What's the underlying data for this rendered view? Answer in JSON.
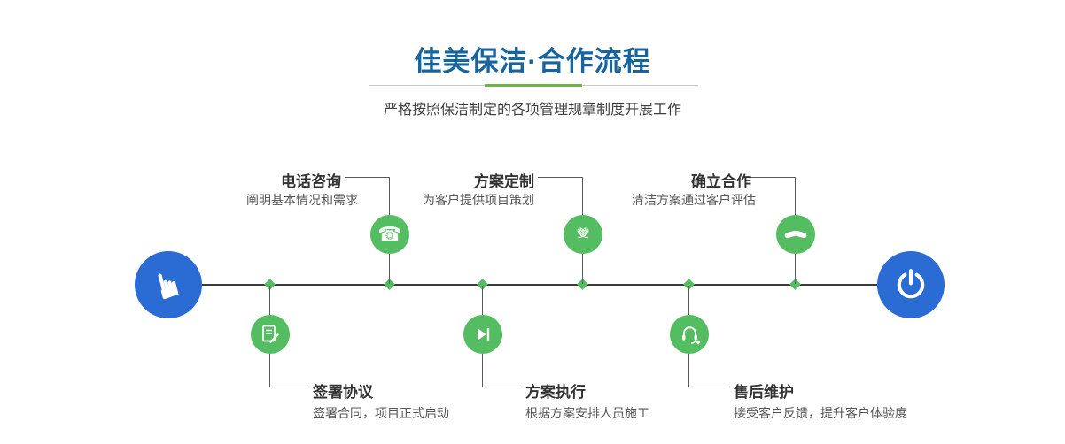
{
  "header": {
    "title": "佳美保洁·合作流程",
    "subtitle": "严格按照保洁制定的各项管理规章制度开展工作"
  },
  "timeline": {
    "top_steps": [
      {
        "title": "电话咨询",
        "desc": "阐明基本情况和需求"
      },
      {
        "title": "方案定制",
        "desc": "为客户提供项目策划"
      },
      {
        "title": "确立合作",
        "desc": "清洁方案通过客户评估"
      }
    ],
    "bottom_steps": [
      {
        "title": "签署协议",
        "desc": "签署合同，项目正式启动"
      },
      {
        "title": "方案执行",
        "desc": "根据方案安排人员施工"
      },
      {
        "title": "售后维护",
        "desc": "接受客户反馈，提升客户体验度"
      }
    ]
  },
  "icons": {
    "start_hand": "☛",
    "phone": "☎",
    "pencil": "✎"
  },
  "colors": {
    "title_blue": "#17649e",
    "node_blue": "#2a6bd4",
    "step_green": "#55bd61",
    "divider_green": "#6cb643"
  }
}
